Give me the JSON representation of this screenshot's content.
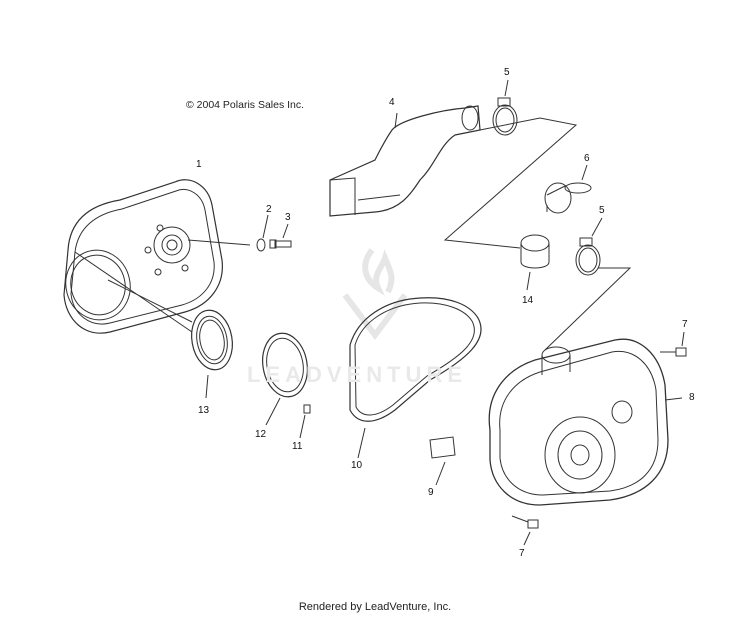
{
  "copyright": "© 2004 Polaris Sales Inc.",
  "footer": "Rendered by LeadVenture, Inc.",
  "watermark": "LEADVENTURE",
  "callouts": {
    "c1": "1",
    "c2": "2",
    "c3": "3",
    "c4": "4",
    "c5a": "5",
    "c5b": "5",
    "c6": "6",
    "c7a": "7",
    "c7b": "7",
    "c8": "8",
    "c9": "9",
    "c10": "10",
    "c11": "11",
    "c12": "12",
    "c13": "13",
    "c14": "14"
  },
  "colors": {
    "line": "#333333",
    "watermark": "#e8e8e8"
  }
}
